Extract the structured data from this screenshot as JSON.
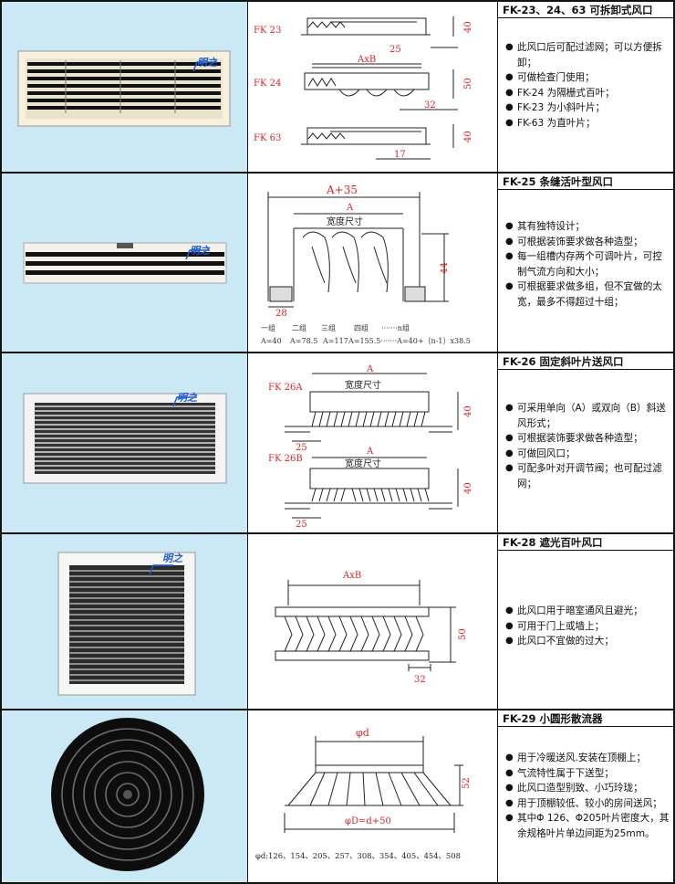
{
  "logo": "明之",
  "products": [
    {
      "title": "FK-23、24、63 可拆卸式风口",
      "drawing_labels": {
        "fk23": "FK 23",
        "fk24": "FK 24",
        "fk63": "FK 63",
        "axb": "AxB",
        "dim25": "25",
        "dim32": "32",
        "dim17": "17",
        "h40a": "40",
        "h50": "50",
        "h40b": "40"
      },
      "bullets": [
        "此风口后可配过滤网；可以方便拆卸；",
        "可做检查门使用；",
        "FK-24 为隔栅式百叶；",
        "FK-23 为小斜叶片；",
        "FK-63 为直叶片；"
      ]
    },
    {
      "title": "FK-25 条缝活叶型风口",
      "drawing_labels": {
        "a35": "A+35",
        "a": "A",
        "width": "宽度尺寸",
        "h44": "44",
        "dim28": "28",
        "groups": [
          "一组",
          "二组",
          "三组",
          "四组",
          "·······n组"
        ],
        "group_dims": [
          "A=40",
          "A=78.5",
          "A=117",
          "A=155.5·······A=40+（n-1）x38.5"
        ]
      },
      "bullets": [
        "其有独特设计；",
        "可根据装饰要求做各种造型；",
        "每一组槽内存两个可调叶片，可控制气流方向和大小；",
        "可根据要求做多组，但不宜做的太宽，最多不得超过十组；"
      ]
    },
    {
      "title": "FK-26 固定斜叶片送风口",
      "drawing_labels": {
        "fk26a": "FK 26A",
        "fk26b": "FK 26B",
        "a1": "A",
        "a2": "A",
        "width1": "宽度尺寸",
        "width2": "宽度尺寸",
        "h40a": "40",
        "h40b": "40",
        "d25a": "25",
        "d25b": "25"
      },
      "bullets": [
        "可采用单向（A）或双向（B）斜送风形式；",
        "可根据装饰要求做各种造型；",
        "可做回风口；",
        "可配多叶对开调节阀；也可配过滤网；"
      ]
    },
    {
      "title": "FK-28 遮光百叶风口",
      "drawing_labels": {
        "axb": "AxB",
        "h50": "50",
        "dim32": "32"
      },
      "bullets": [
        "此风口用于暗室通风且避光；",
        "可用于门上或墙上；",
        "此风口不宜做的过大；"
      ]
    },
    {
      "title": "FK-29 小圆形散流器",
      "drawing_labels": {
        "phid": "φd",
        "phid50": "φD=d+50",
        "h52": "52",
        "sizes": "φd:126、154、205、257、308、354、405、454、508"
      },
      "bullets": [
        "用于冷暖送风.安装在顶棚上；",
        "气流特性属于下送型；",
        "此风口造型别致、小巧玲珑；",
        "用于顶棚较低、较小的房间送风；",
        "其中Φ 126、Φ205叶片密度大，其余规格叶片单边间距为25mm。"
      ]
    }
  ]
}
